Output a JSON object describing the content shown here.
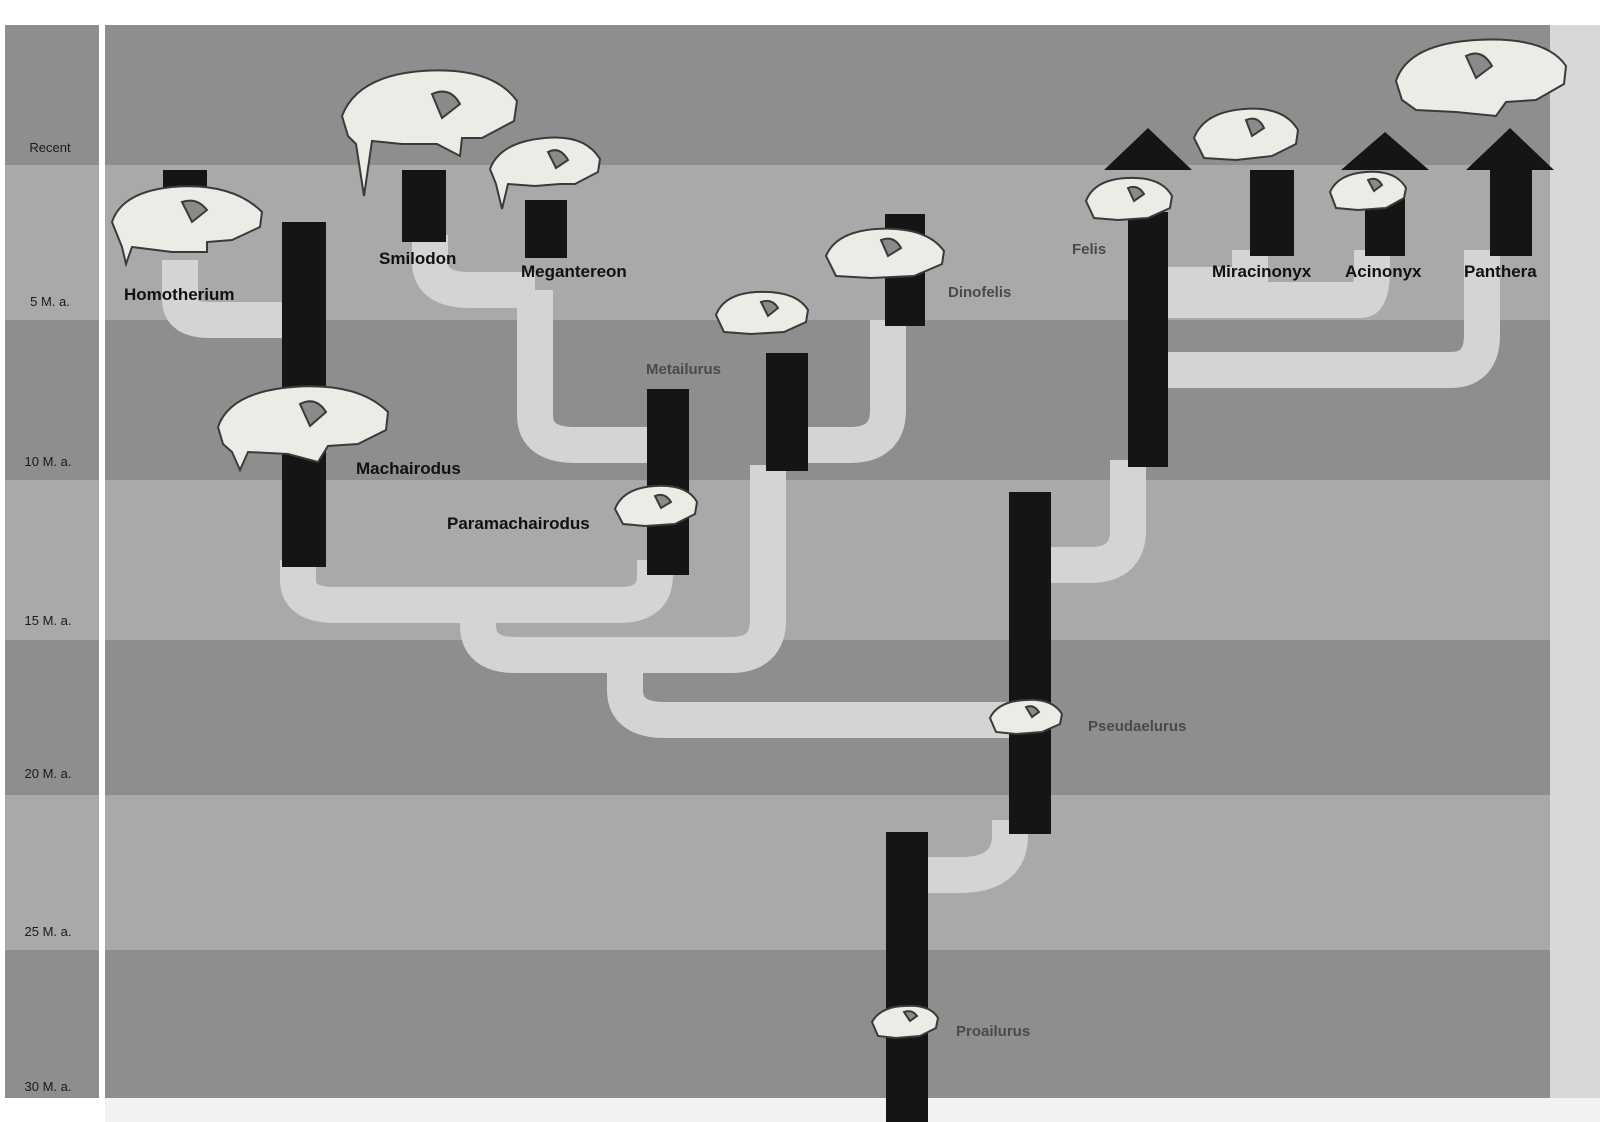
{
  "time_axis": {
    "ticks": [
      {
        "label": "Recent"
      },
      {
        "label": "5 M. a."
      },
      {
        "label": "10  M. a."
      },
      {
        "label": "15 M. a."
      },
      {
        "label": "20 M. a."
      },
      {
        "label": "25  M. a."
      },
      {
        "label": "30 M. a."
      }
    ]
  },
  "taxa": [
    {
      "id": "homotherium",
      "label": "Homotherium"
    },
    {
      "id": "smilodon",
      "label": "Smilodon"
    },
    {
      "id": "megantereon",
      "label": "Megantereon"
    },
    {
      "id": "machairodus",
      "label": "Machairodus"
    },
    {
      "id": "paramachairodus",
      "label": "Paramachairodus"
    },
    {
      "id": "metailurus",
      "label": "Metailurus"
    },
    {
      "id": "dinofelis",
      "label": "Dinofelis"
    },
    {
      "id": "felis",
      "label": "Felis"
    },
    {
      "id": "miracinonyx",
      "label": "Miracinonyx"
    },
    {
      "id": "acinonyx",
      "label": "Acinonyx"
    },
    {
      "id": "panthera",
      "label": "Panthera"
    },
    {
      "id": "pseudaelurus",
      "label": "Pseudaelurus"
    },
    {
      "id": "proailurus",
      "label": "Proailurus"
    }
  ],
  "colors": {
    "band_dark": "#8e8e8e",
    "band_light": "#a9a9a9",
    "branch": "#d4d4d4",
    "range_bar": "#151515",
    "skull_fill": "#ecebe6",
    "skull_stroke": "#3a3a3a"
  }
}
